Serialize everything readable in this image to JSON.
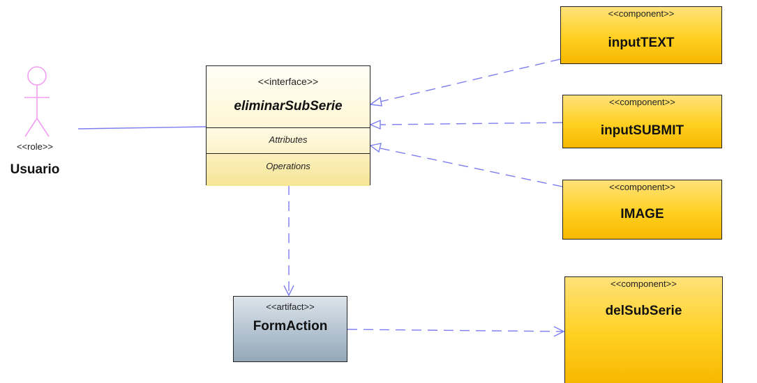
{
  "actor": {
    "stereotype": "<<role>>",
    "name": "Usuario"
  },
  "interface": {
    "stereotype": "<<interface>>",
    "name": "eliminarSubSerie",
    "attributes_label": "Attributes",
    "operations_label": "Operations"
  },
  "components": [
    {
      "stereotype": "<<component>>",
      "name": "inputTEXT"
    },
    {
      "stereotype": "<<component>>",
      "name": "inputSUBMIT"
    },
    {
      "stereotype": "<<component>>",
      "name": "IMAGE"
    },
    {
      "stereotype": "<<component>>",
      "name": "delSubSerie"
    }
  ],
  "artifact": {
    "stereotype": "<<artifact>>",
    "name": "FormAction"
  },
  "colors": {
    "actor": "#f29ef2",
    "connector": "#7c7cf0",
    "component_fill": "#ffd021",
    "interface_fill": "#fdf5cf",
    "artifact_fill": "#b7c6d2"
  },
  "icons": {
    "actor": "stick-figure-icon"
  }
}
